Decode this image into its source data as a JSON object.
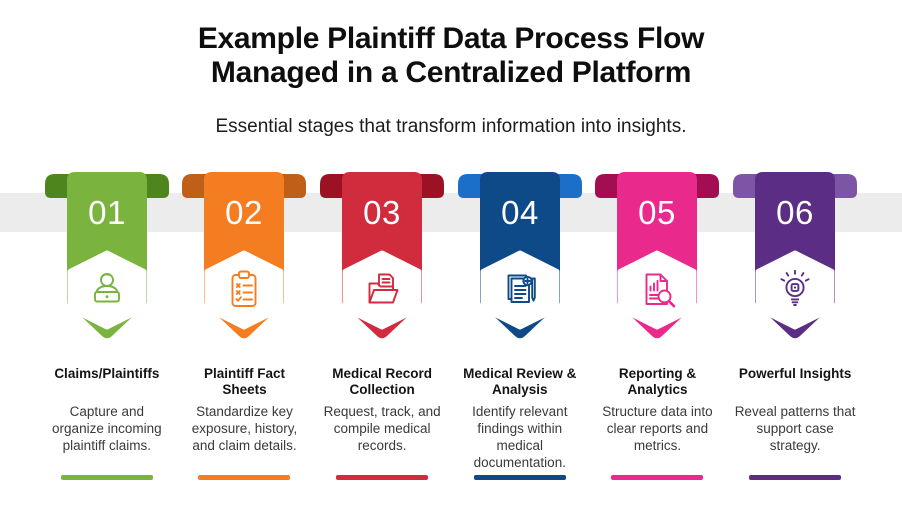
{
  "header": {
    "title_line1": "Example Plaintiff Data Process Flow",
    "title_line2": "Managed in a Centralized Platform",
    "subtitle": "Essential stages that transform information into insights."
  },
  "band_color": "#ececec",
  "steps": [
    {
      "number": "01",
      "icon": "person-laptop-icon",
      "title": "Claims/Plaintiffs",
      "description": "Capture and organize incoming plaintiff claims.",
      "color": "#7ab43e",
      "ear_color": "#4e861d"
    },
    {
      "number": "02",
      "icon": "clipboard-checklist-icon",
      "title": "Plaintiff Fact Sheets",
      "description": "Standardize key exposure, history, and claim details.",
      "color": "#f47d21",
      "ear_color": "#c05f17"
    },
    {
      "number": "03",
      "icon": "folder-records-icon",
      "title": "Medical Record Collection",
      "description": "Request, track, and compile medical records.",
      "color": "#d02c3e",
      "ear_color": "#9c1224"
    },
    {
      "number": "04",
      "icon": "medical-document-icon",
      "title": "Medical Review & Analysis",
      "description": "Identify relevant findings within medical documentation.",
      "color": "#0f4a88",
      "ear_color": "#1b6fc9"
    },
    {
      "number": "05",
      "icon": "report-magnifier-icon",
      "title": "Reporting & Analytics",
      "description": "Structure data into clear reports and metrics.",
      "color": "#e9298b",
      "ear_color": "#a30e53"
    },
    {
      "number": "06",
      "icon": "lightbulb-idea-icon",
      "title": "Powerful Insights",
      "description": "Reveal patterns that support case strategy.",
      "color": "#5b2d84",
      "ear_color": "#7e55a6"
    }
  ]
}
